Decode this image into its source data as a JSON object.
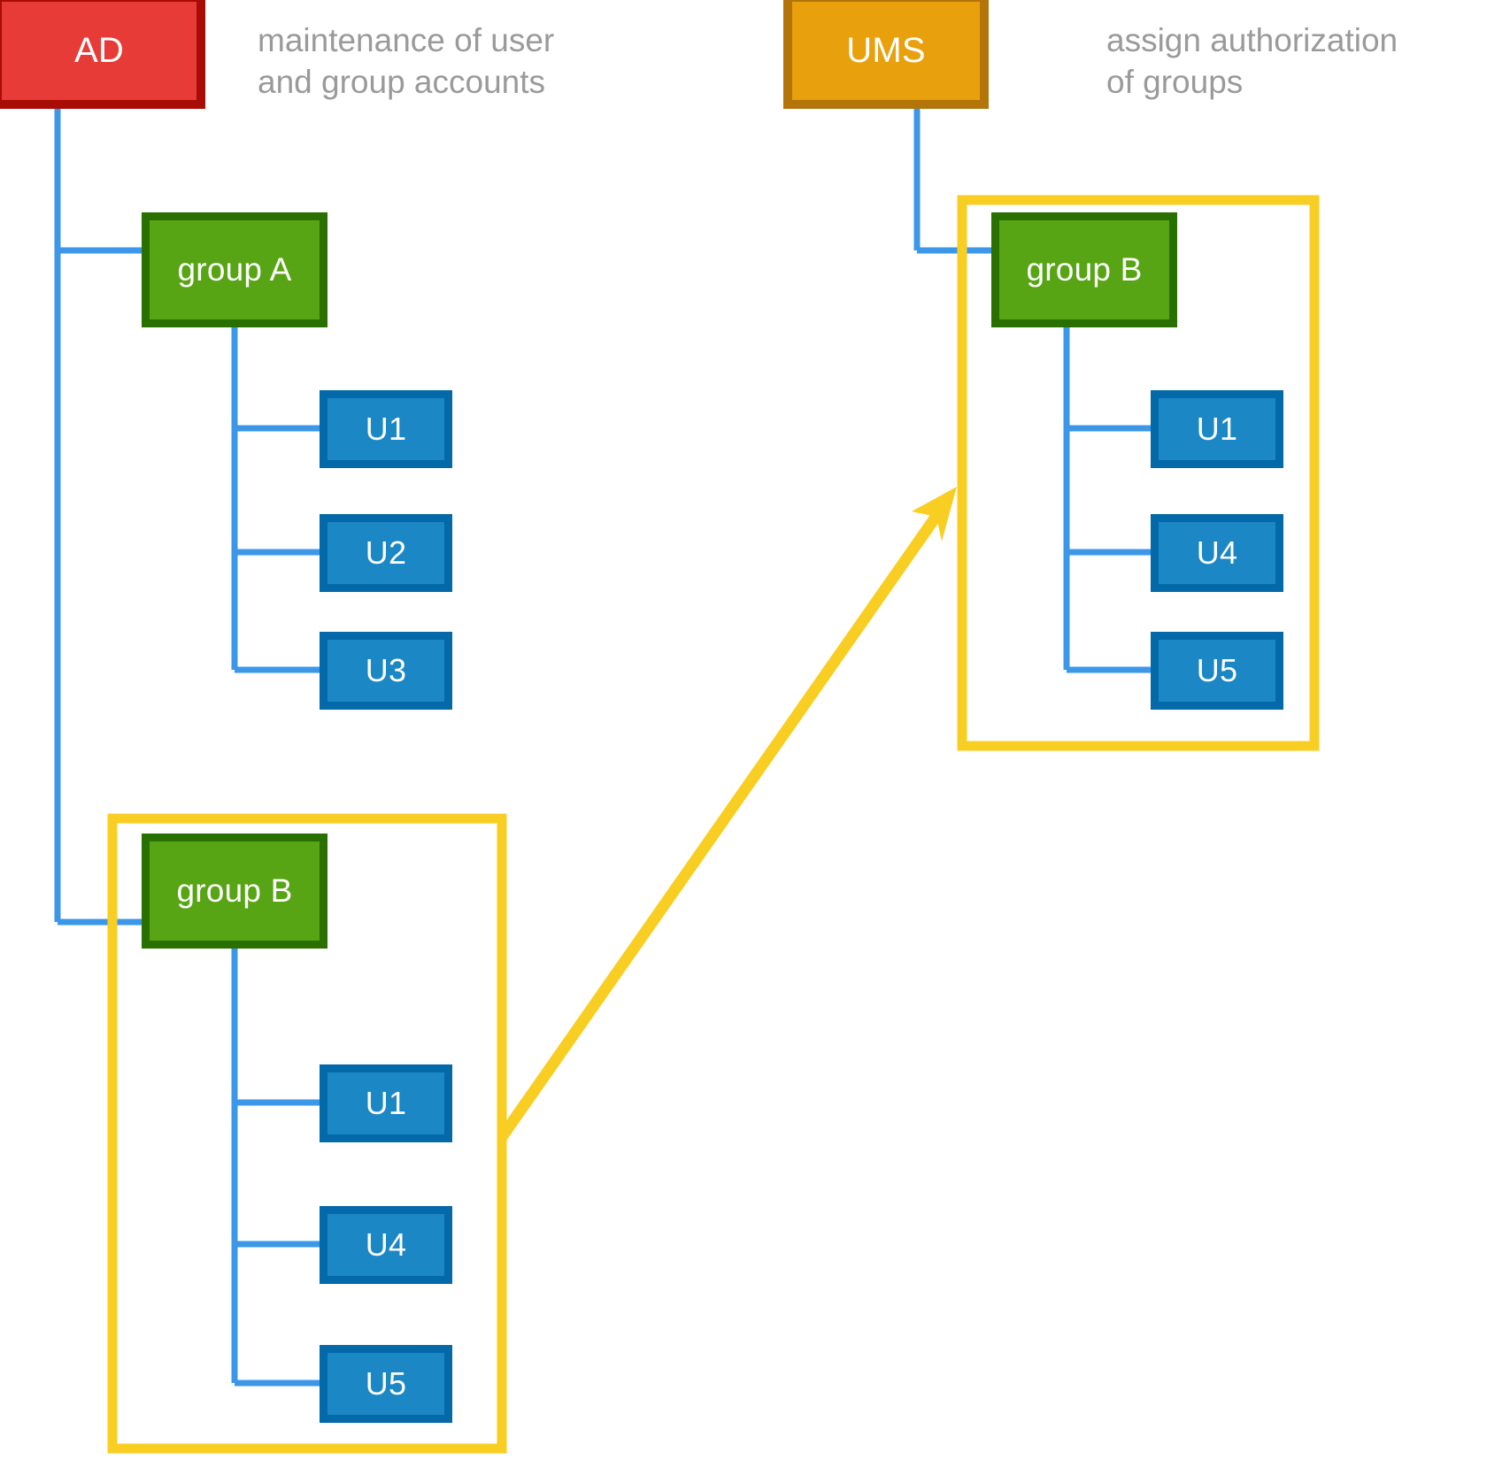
{
  "diagram": {
    "title": "AD and UMS group authorization diagram",
    "colors": {
      "ad_fill": "#E73B37",
      "ad_border": "#A90B05",
      "ums_fill": "#E8A00C",
      "ums_border": "#B3740A",
      "group_fill": "#57A414",
      "group_border": "#2A7000",
      "user_fill": "#1B87C4",
      "user_border": "#0369A8",
      "connector": "#3D97E8",
      "highlight_frame": "#F9CE22",
      "arrow": "#F9CE22",
      "caption_text": "#9a9a9a"
    },
    "nodes": {
      "ad": "AD",
      "ums": "UMS",
      "ad_group_a": "group\nA",
      "ad_group_b": "group\nB",
      "ums_group_b": "group\nB"
    },
    "captions": {
      "ad": "maintenance of user\nand group accounts",
      "ums": "assign authorization\nof groups"
    },
    "ad_group_a_users": [
      "U1",
      "U2",
      "U3"
    ],
    "ad_group_b_users": [
      "U1",
      "U4",
      "U5"
    ],
    "ums_group_b_users": [
      "U1",
      "U4",
      "U5"
    ]
  }
}
